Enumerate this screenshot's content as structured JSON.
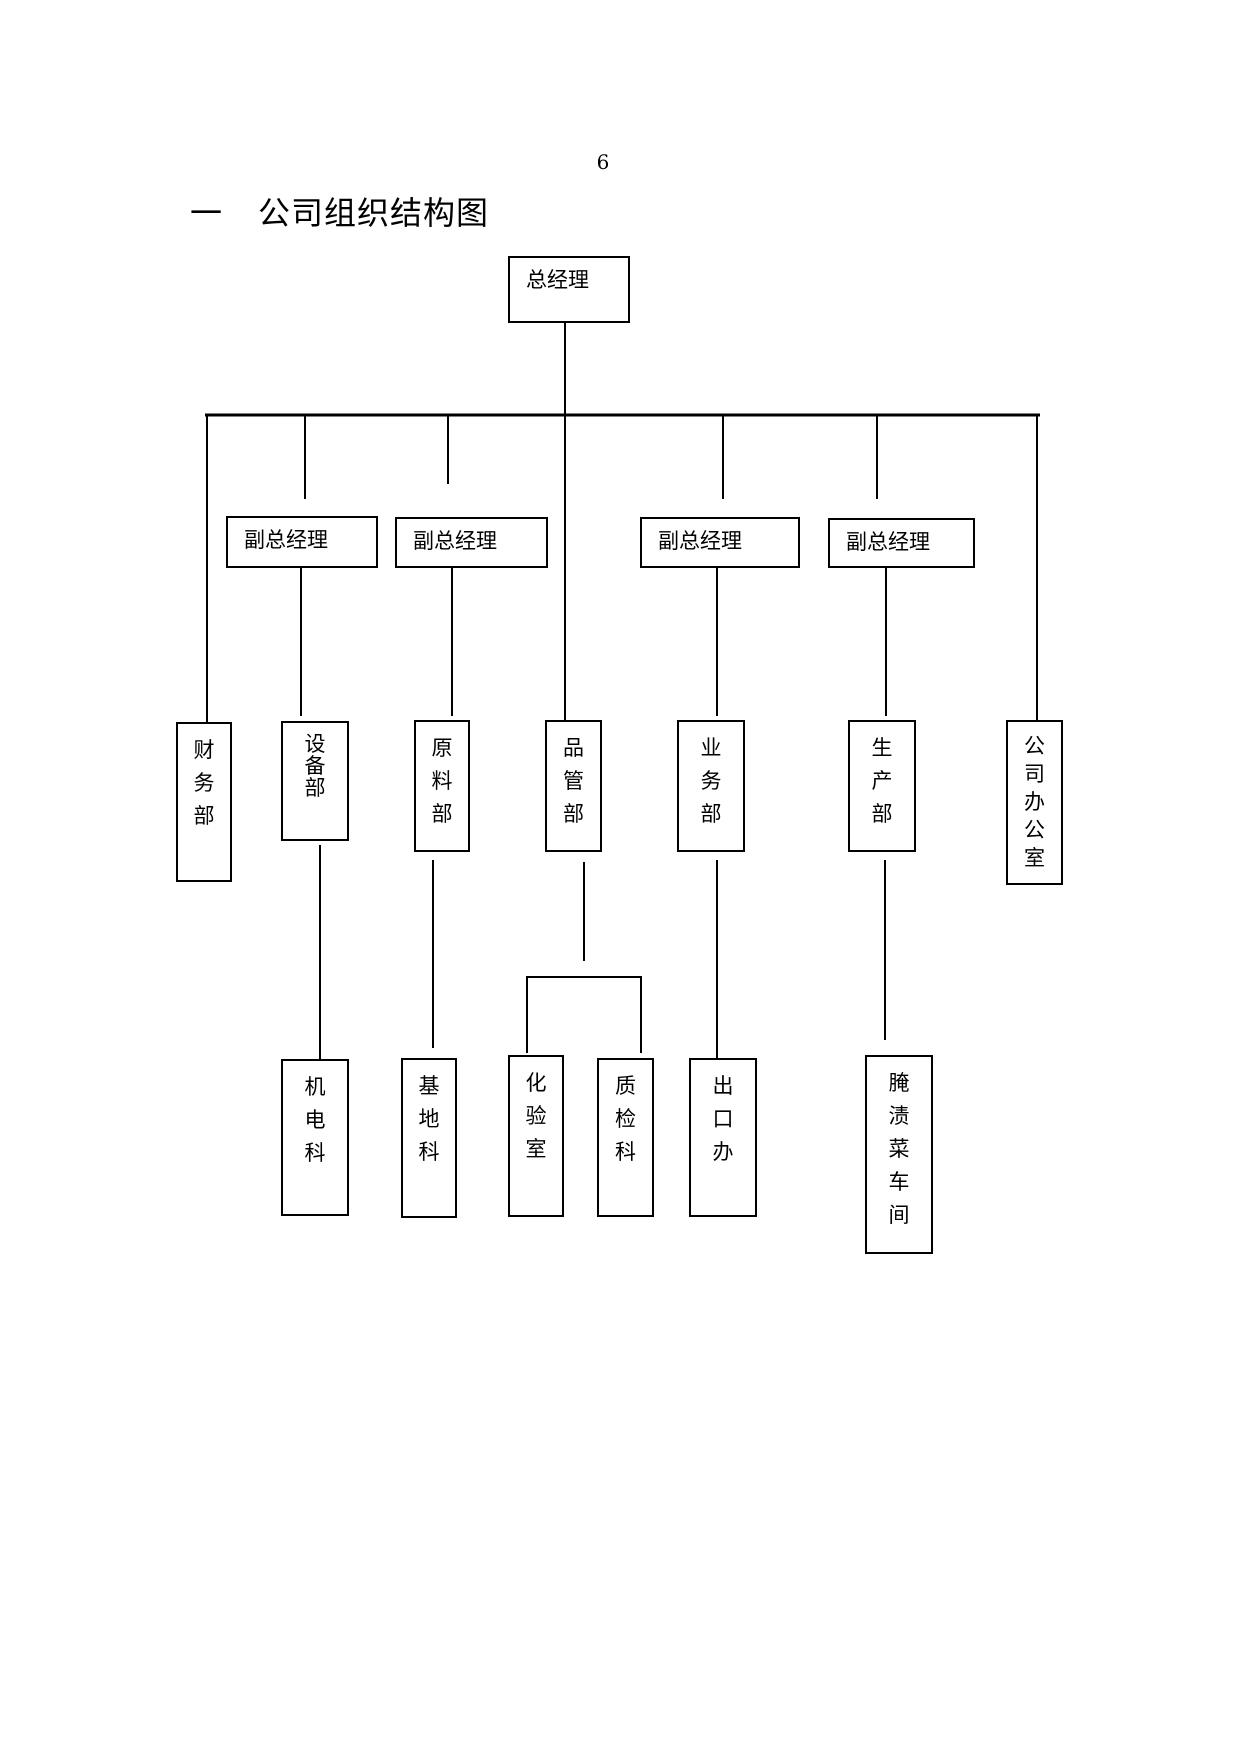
{
  "page_number": "6",
  "heading": {
    "number": "一",
    "title": "公司组织结构图"
  },
  "chart": {
    "top": "总经理",
    "vice_managers": [
      "副总经理",
      "副总经理",
      "副总经理",
      "副总经理"
    ],
    "departments": {
      "finance": "财务部",
      "equipment": "设备部",
      "materials": "原料部",
      "quality": "品管部",
      "business": "业务部",
      "production": "生产部",
      "office": "公司办公室"
    },
    "sub_units": {
      "electromech": "机电科",
      "base": "基地科",
      "lab": "化验室",
      "inspection": "质检科",
      "export": "出口办",
      "pickle_workshop": "腌渍菜车间"
    }
  }
}
